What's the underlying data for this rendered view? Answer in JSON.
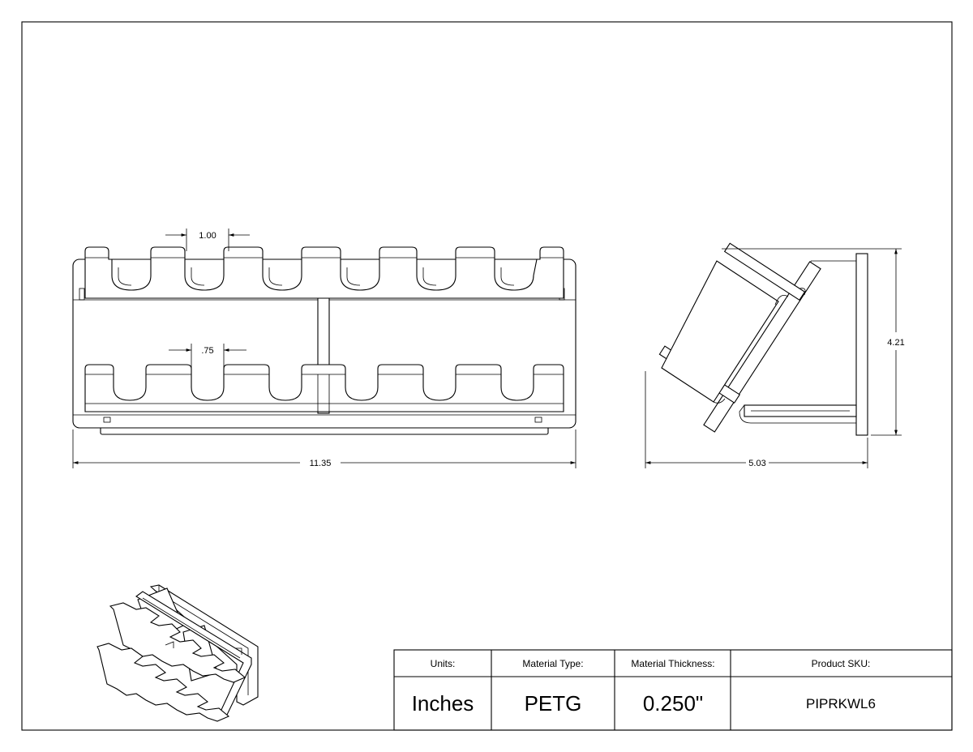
{
  "dimensions": {
    "slot_width_top": "1.00",
    "slot_width_bottom": ".75",
    "overall_width": "11.35",
    "side_depth": "5.03",
    "side_height": "4.21"
  },
  "title_block": {
    "units_label": "Units:",
    "units_value": "Inches",
    "material_label": "Material Type:",
    "material_value": "PETG",
    "thickness_label": "Material Thickness:",
    "thickness_value": "0.250\"",
    "sku_label": "Product SKU:",
    "sku_value": "PIPRKWL6"
  }
}
